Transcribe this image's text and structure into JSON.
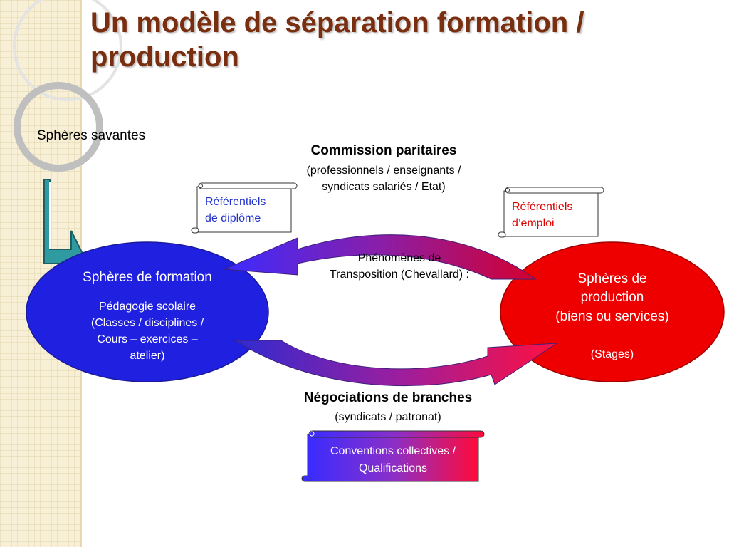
{
  "title": "Un modèle de séparation formation / production",
  "spheres_savantes": "Sphères savantes",
  "commission": {
    "heading": "Commission paritaires",
    "line1": "(professionnels / enseignants /",
    "line2": "syndicats salariés / Etat)"
  },
  "referentiels_diplome": {
    "line1": "Référentiels",
    "line2": "de diplôme"
  },
  "referentiels_emploi": {
    "line1": "Référentiels",
    "line2": "d’emploi"
  },
  "phenomenes": {
    "line1": "Phénomènes de",
    "line2": "Transposition (Chevallard) :"
  },
  "formation": {
    "heading": "Sphères de formation",
    "line1": "Pédagogie scolaire",
    "line2": "(Classes / disciplines /",
    "line3": "Cours – exercices –",
    "line4": "atelier)"
  },
  "production": {
    "line1": "Sphères de",
    "line2": "production",
    "line3": "(biens ou services)",
    "stages": "(Stages)"
  },
  "negociations": {
    "heading": "Négociations de branches",
    "sub": "(syndicats / patronat)"
  },
  "conventions": {
    "line1": "Conventions collectives /",
    "line2": "Qualifications"
  },
  "colors": {
    "title": "#7a2e10",
    "formation": "#2020e0",
    "production": "#ee0000",
    "referentiel_diplome_text": "#2233cc",
    "referentiel_emploi_text": "#dd0000"
  }
}
